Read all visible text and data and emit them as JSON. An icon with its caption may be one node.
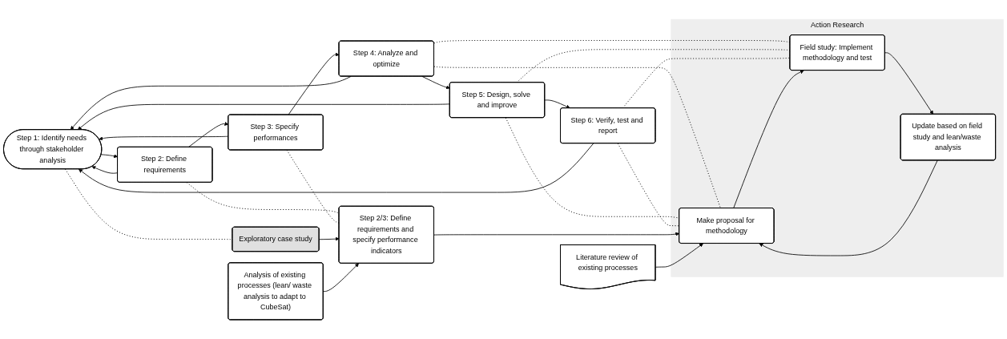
{
  "diagram": {
    "nodes": [
      {
        "text": [
          "Step 1: Identify needs through stakeholder analysis"
        ]
      },
      {
        "text": [
          "Step 2: Define requirements"
        ]
      },
      {
        "text": [
          "Step 3: Specify performances"
        ]
      },
      {
        "text": [
          "Step 4: Analyze and optimize"
        ]
      },
      {
        "text": [
          "Step 5: Design, solve and improve"
        ]
      },
      {
        "text": [
          "Step 6: Verify, test and report"
        ]
      },
      {
        "text": [
          "Action Research"
        ]
      },
      {
        "text": [
          "Exploratory case study"
        ]
      },
      {
        "text": [
          "Step 2/3: Define requirements and specify performance indicators"
        ]
      },
      {
        "text": [
          "Analysis of existing processes (lean/ waste analysis to adapt to CubeSat)"
        ]
      },
      {
        "text": [
          "Literature review of existing processes"
        ]
      },
      {
        "text": [
          "Make proposal for methodology"
        ],
        "in": 6
      },
      {
        "text": [
          "Field study: Implement methodology and test"
        ],
        "in": 6
      },
      {
        "text": [
          "Update based on field study and lean/waste analysis"
        ],
        "in": 6
      }
    ],
    "edges": [
      {
        "from": 0,
        "to": 1,
        "arrow": "to"
      },
      {
        "from": 1,
        "to": 2,
        "arrow": "to"
      },
      {
        "from": 2,
        "to": 3,
        "arrow": "to"
      },
      {
        "from": 3,
        "to": 4,
        "arrow": "to"
      },
      {
        "from": 4,
        "to": 5,
        "arrow": "to"
      },
      {
        "from": 1,
        "to": 0,
        "arrow": "to"
      },
      {
        "from": 2,
        "to": 0,
        "arrow": "to"
      },
      {
        "from": 3,
        "to": 0,
        "arrow": "to"
      },
      {
        "from": 4,
        "to": 0,
        "arrow": "to"
      },
      {
        "from": 5,
        "to": 0,
        "arrow": "to"
      },
      {
        "from": 0,
        "to": 7,
        "arrow": "none",
        "style": "dashed"
      },
      {
        "from": 1,
        "to": 8,
        "arrow": "none",
        "style": "dashed"
      },
      {
        "from": 2,
        "to": 8,
        "arrow": "none",
        "style": "dashed"
      },
      {
        "from": 3,
        "to": 11,
        "arrow": "none",
        "style": "dashed"
      },
      {
        "from": 4,
        "to": 11,
        "arrow": "none",
        "style": "dashed"
      },
      {
        "from": 5,
        "to": 11,
        "arrow": "none",
        "style": "dashed"
      },
      {
        "from": 3,
        "to": 12,
        "arrow": "none",
        "style": "dashed"
      },
      {
        "from": 4,
        "to": 12,
        "arrow": "none",
        "style": "dashed"
      },
      {
        "from": 5,
        "to": 12,
        "arrow": "none",
        "style": "dashed"
      },
      {
        "from": 7,
        "to": 8,
        "arrow": "to"
      },
      {
        "from": 9,
        "to": 8,
        "arrow": "to"
      },
      {
        "from": 8,
        "to": 11,
        "arrow": "to"
      },
      {
        "from": 10,
        "to": 11,
        "arrow": "to"
      },
      {
        "from": 11,
        "to": 12,
        "arrow": "to"
      },
      {
        "from": 12,
        "to": 13,
        "arrow": "to"
      },
      {
        "from": 13,
        "to": 11,
        "arrow": "to"
      }
    ]
  }
}
